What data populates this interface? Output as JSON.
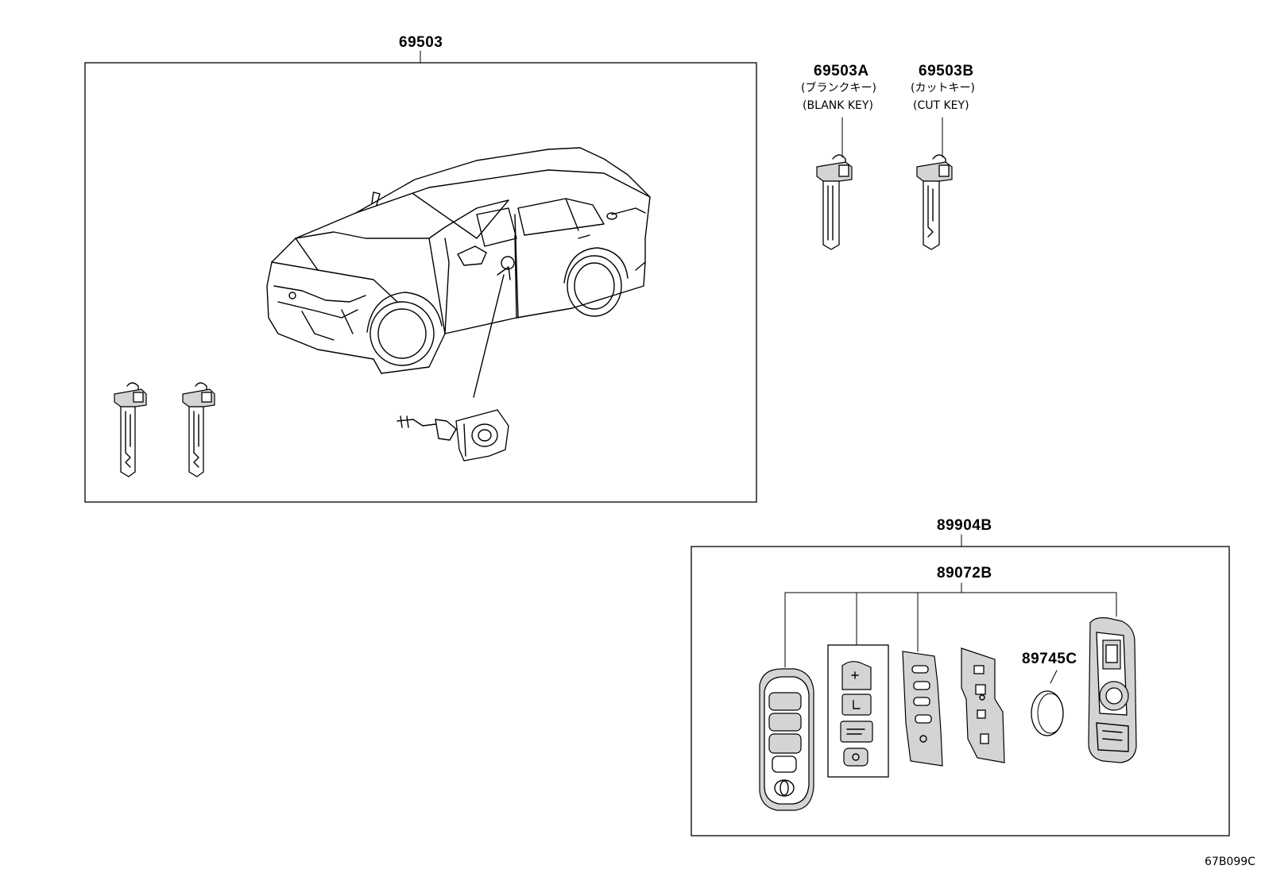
{
  "labels": {
    "lock_set": "69503",
    "blank_key_part": "69503A",
    "blank_key_jp": "(ブランクキー)",
    "blank_key_en": "(BLANK KEY)",
    "cut_key_part": "69503B",
    "cut_key_jp": "(カットキー)",
    "cut_key_en": "(CUT KEY)",
    "transmitter_assy": "89904B",
    "transmitter_housing": "89072B",
    "battery": "89745C"
  },
  "diagram_code": "67B099C"
}
